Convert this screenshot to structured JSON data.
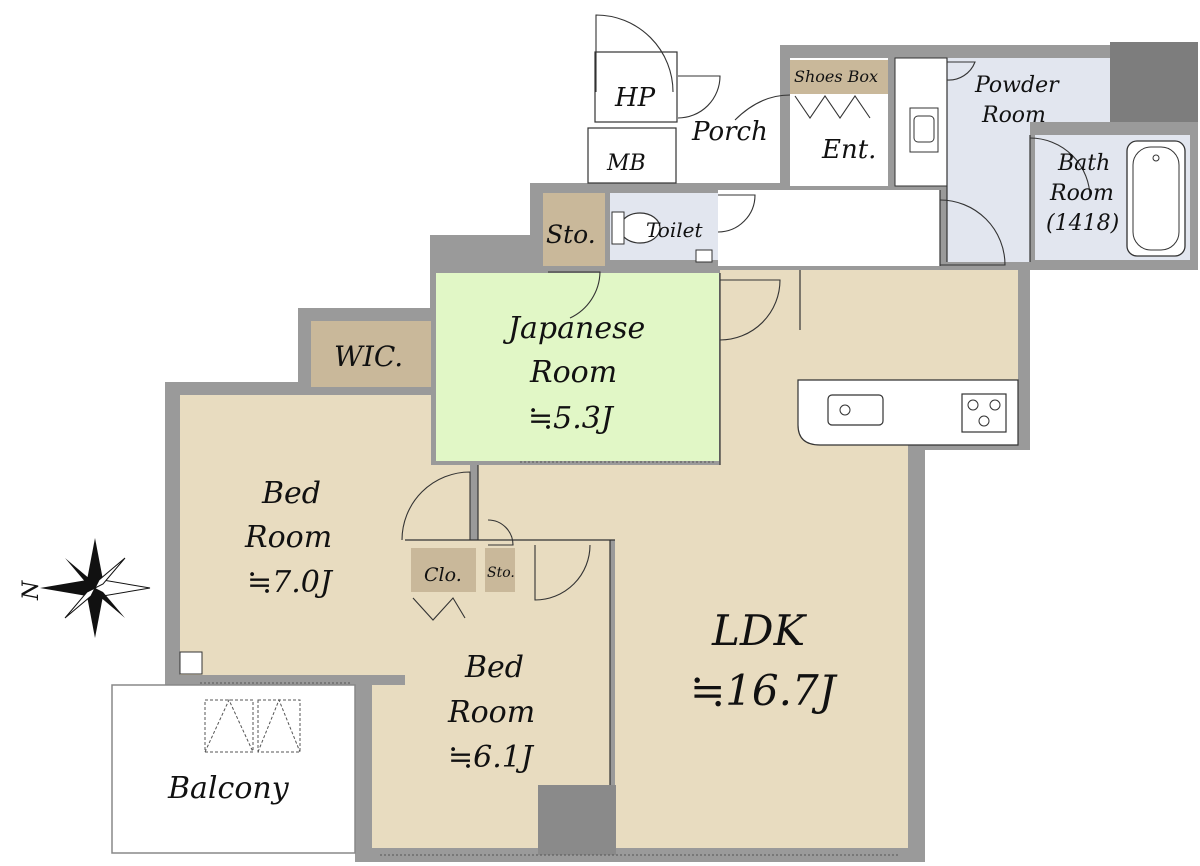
{
  "colors": {
    "wall": "#9a9a9a",
    "room_fill": "#e8dcc0",
    "japanese_room": "#e1f7c6",
    "wet_area": "#e2e6ef",
    "storage": "#c9b89a",
    "white": "#ffffff"
  },
  "labels": {
    "hp": "HP",
    "mb": "MB",
    "porch": "Porch",
    "shoes_box": "Shoes Box",
    "ent": "Ent.",
    "powder_room_1": "Powder",
    "powder_room_2": "Room",
    "bath_1": "Bath",
    "bath_2": "Room",
    "bath_3": "(1418)",
    "sto_small": "Sto.",
    "toilet": "Toilet",
    "japanese_1": "Japanese",
    "japanese_2": "Room",
    "japanese_3": "≒5.3J",
    "wic": "WIC.",
    "bed1_1": "Bed",
    "bed1_2": "Room",
    "bed1_3": "≒7.0J",
    "clo": "Clo.",
    "sto_tiny": "Sto.",
    "bed2_1": "Bed",
    "bed2_2": "Room",
    "bed2_3": "≒6.1J",
    "ldk_1": "LDK",
    "ldk_2": "≒16.7J",
    "balcony": "Balcony",
    "north": "N"
  },
  "icons": [
    "compass-rose-icon",
    "bathtub-icon",
    "sink-icon",
    "stove-icon",
    "toilet-icon"
  ]
}
